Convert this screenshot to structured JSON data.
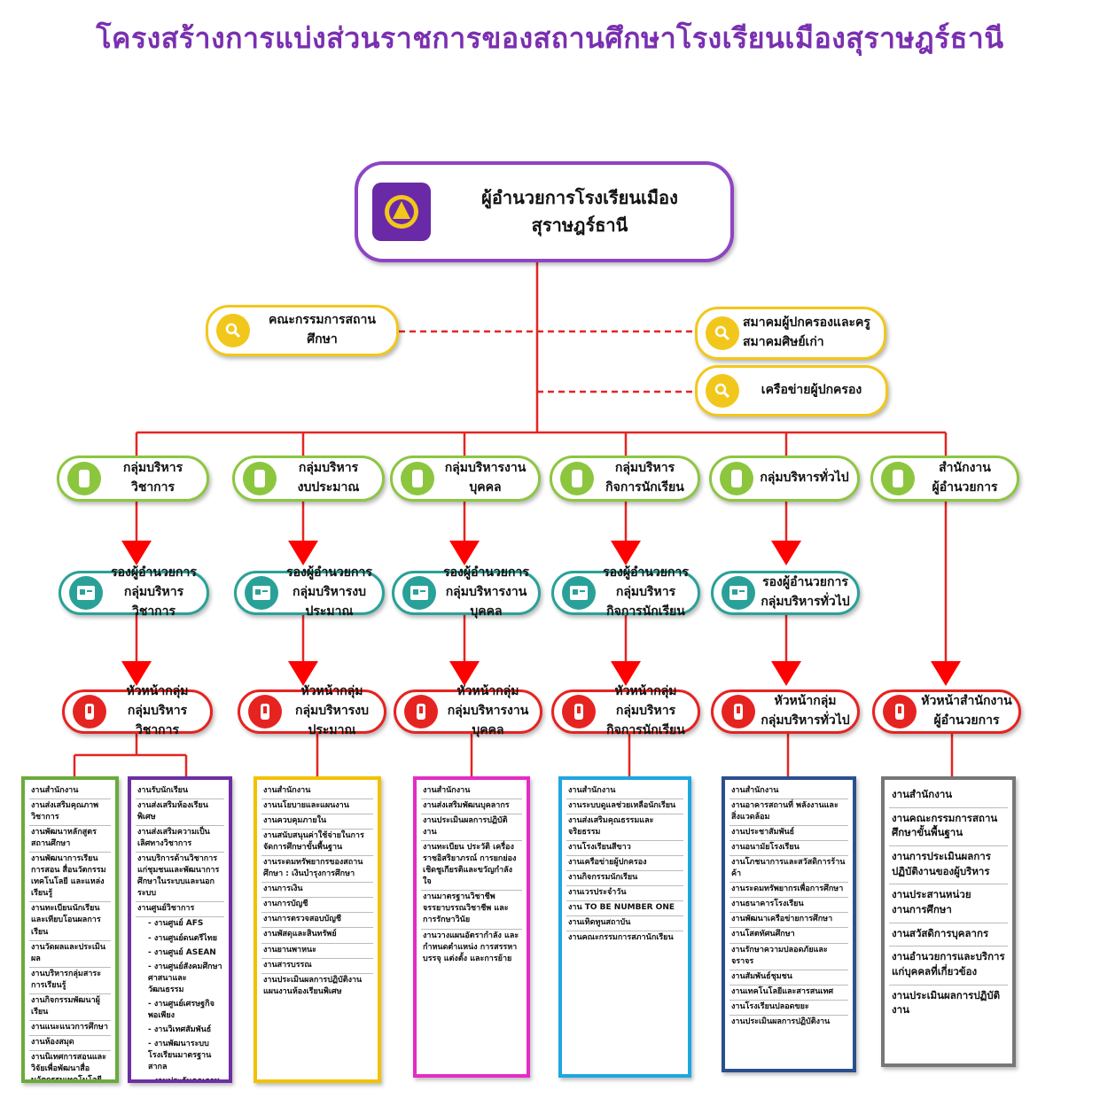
{
  "title": "โครงสร้างการแบ่งส่วนราชการของสถานศึกษาโรงเรียนเมืองสุราษฎร์ธานี",
  "director": {
    "label": "ผู้อำนวยการโรงเรียนเมืองสุราษฎร์ธานี",
    "icon": "school-emblem-icon"
  },
  "advisory": {
    "committee": "คณะกรรมการสถานศึกษา",
    "association_line1": "สมาคมผู้ปกครองและครู",
    "association_line2": "สมาคมศิษย์เก่า",
    "network": "เครือข่ายผู้ปกครอง",
    "icon": "search-icon"
  },
  "colors": {
    "title": "#7a2fb0",
    "director_border": "#8e44c4",
    "line": "#e52421",
    "advisory": "#f2c71b",
    "group": "#8cc63f",
    "deputy": "#2aa198",
    "head": "#e52421"
  },
  "groups": [
    {
      "label1": "กลุ่มบริหารวิชาการ",
      "label2": "",
      "deputy1": "รองผู้อำนวยการ",
      "deputy2": "กลุ่มบริหารวิชาการ",
      "head1": "หัวหน้ากลุ่ม",
      "head2": "กลุ่มบริหารวิชาการ"
    },
    {
      "label1": "กลุ่มบริหาร",
      "label2": "งบประมาณ",
      "deputy1": "รองผู้อำนวยการ",
      "deputy2": "กลุ่มบริหารงบประมาณ",
      "head1": "หัวหน้ากลุ่ม",
      "head2": "กลุ่มบริหารงบประมาณ"
    },
    {
      "label1": "กลุ่มบริหารงานบุคคล",
      "label2": "",
      "deputy1": "รองผู้อำนวยการ",
      "deputy2": "กลุ่มบริหารงานบุคคล",
      "head1": "หัวหน้ากลุ่ม",
      "head2": "กลุ่มบริหารงานบุคคล"
    },
    {
      "label1": "กลุ่มบริหาร",
      "label2": "กิจการนักเรียน",
      "deputy1": "รองผู้อำนวยการ",
      "deputy2": "กลุ่มบริหารกิจการนักเรียน",
      "head1": "หัวหน้ากลุ่ม",
      "head2": "กลุ่มบริหารกิจการนักเรียน"
    },
    {
      "label1": "กลุ่มบริหารทั่วไป",
      "label2": "",
      "deputy1": "รองผู้อำนวยการ",
      "deputy2": "กลุ่มบริหารทั่วไป",
      "head1": "หัวหน้ากลุ่ม",
      "head2": "กลุ่มบริหารทั่วไป"
    },
    {
      "label1": "สำนักงาน",
      "label2": "ผู้อำนวยการ",
      "deputy1": "",
      "deputy2": "",
      "head1": "หัวหน้าสำนักงาน",
      "head2": "ผู้อำนวยการ"
    }
  ],
  "tasks": [
    {
      "color": "#6aab3a",
      "items": [
        "งานสำนักงาน",
        "งานส่งเสริมคุณภาพวิชาการ",
        "งานพัฒนาหลักสูตรสถานศึกษา",
        "งานพัฒนาการเรียนการสอน สื่อนวัตกรรม เทคโนโลยี และแหล่งเรียนรู้",
        "งานทะเบียนนักเรียนและเทียบโอนผลการเรียน",
        "งานวัดผลและประเมินผล",
        "งานบริหารกลุ่มสาระการเรียนรู้",
        "งานกิจกรรมพัฒนาผู้เรียน",
        "งานแนะแนวการศึกษา",
        "งานห้องสมุด",
        "งานนิเทศการสอนและวิจัยเพื่อพัฒนาสื่อนวัตกรรมเทคโนโลยีทางการศึกษาและแหล่งเรียนรู้"
      ]
    },
    {
      "color": "#6b2fa3",
      "items": [
        "งานรับนักเรียน",
        "งานส่งเสริมห้องเรียนพิเศษ",
        "งานส่งเสริมความเป็นเลิศทางวิชาการ",
        "งานบริการด้านวิชาการแก่ชุมชนและพัฒนาการศึกษาในระบบและนอกระบบ",
        "งานศูนย์วิชาการ",
        "- งานศูนย์ AFS",
        "- งานศูนย์ดนตรีไทย",
        "- งานศูนย์ ASEAN",
        "- งานศูนย์สังคมศึกษาศาสนาและวัฒนธรรม",
        "- งานศูนย์เศรษฐกิจพอเพียง",
        "- งานวิเทศสัมพันธ์",
        "- งานพัฒนาระบบโรงเรียนมาตรฐานสากล",
        "- งานประกันคุณภาพวิชาการ"
      ]
    },
    {
      "color": "#f2c200",
      "items": [
        "งานสำนักงาน",
        "งานนโยบายและแผนงาน",
        "งานควบคุมภายใน",
        "งานสนับสนุนค่าใช้จ่ายในการจัดการศึกษาขั้นพื้นฐาน",
        "งานระดมทรัพยากรของสถานศึกษา : เงินบำรุงการศึกษา",
        "งานการเงิน",
        "งานการบัญชี",
        "งานการตรวจสอบบัญชี",
        "งานพัสดุและสินทรัพย์",
        "งานยานพาหนะ",
        "งานสารบรรณ",
        "งานประเมินผลการปฏิบัติงานแผนงานห้องเรียนพิเศษ"
      ]
    },
    {
      "color": "#e62bc4",
      "items": [
        "งานสำนักงาน",
        "งานส่งเสริมพัฒนบุคลากร",
        "งานประเมินผลการปฏิบัติงาน",
        "งานทะเบียน ประวัติ เครื่องราชอิสริยาภรณ์ การยกย่องเชิดชูเกียรติและขวัญกำลังใจ",
        "งานมาตรฐานวิชาชีพ จรรยาบรรณวิชาชีพ และการรักษาวินัย",
        "งานวางแผนอัตรากำลัง และกำหนดตำแหน่ง การสรรหา บรรจุ แต่งตั้ง และการย้าย"
      ]
    },
    {
      "color": "#1ea7e1",
      "items": [
        "งานสำนักงาน",
        "งานระบบดูแลช่วยเหลือนักเรียน",
        "งานส่งเสริมคุณธรรมและจริยธรรม",
        "งานโรงเรียนสีขาว",
        "งานเครือข่ายผู้ปกครอง",
        "งานกิจกรรมนักเรียน",
        "งานเวรประจำวัน",
        "งาน TO BE NUMBER ONE",
        "งานเทิดทูนสถาบัน",
        "งานคณะกรรมการสภานักเรียน"
      ]
    },
    {
      "color": "#2b4f8f",
      "items": [
        "งานสำนักงาน",
        "งานอาคารสถานที่ พลังงานและสิ่งแวดล้อม",
        "งานประชาสัมพันธ์",
        "งานอนามัยโรงเรียน",
        "งานโภชนาการและสวัสดิการร้านค้า",
        "งานระดมทรัพยากรเพื่อการศึกษา",
        "งานธนาคารโรงเรียน",
        "งานพัฒนาเครือข่ายการศึกษา",
        "งานโสตทัศนศึกษา",
        "งานรักษาความปลอดภัยและจราจร",
        "งานสัมพันธ์ชุมชน",
        "งานเทคโนโลยีและสารสนเทศ",
        "งานโรงเรียนปลอดขยะ",
        "งานประเมินผลการปฏิบัติงาน"
      ]
    },
    {
      "color": "#777777",
      "items": [
        "งานสำนักงาน",
        "งานคณะกรรมการสถานศึกษาขั้นพื้นฐาน",
        "งานการประเมินผลการปฏิบัติงานของผู้บริหาร",
        "งานประสานหน่วยงานการศึกษา",
        "งานสวัสดิการบุคลากร",
        "งานอำนวยการและบริการแก่บุคคลที่เกี่ยวข้อง",
        "งานประเมินผลการปฏิบัติงาน"
      ]
    }
  ]
}
